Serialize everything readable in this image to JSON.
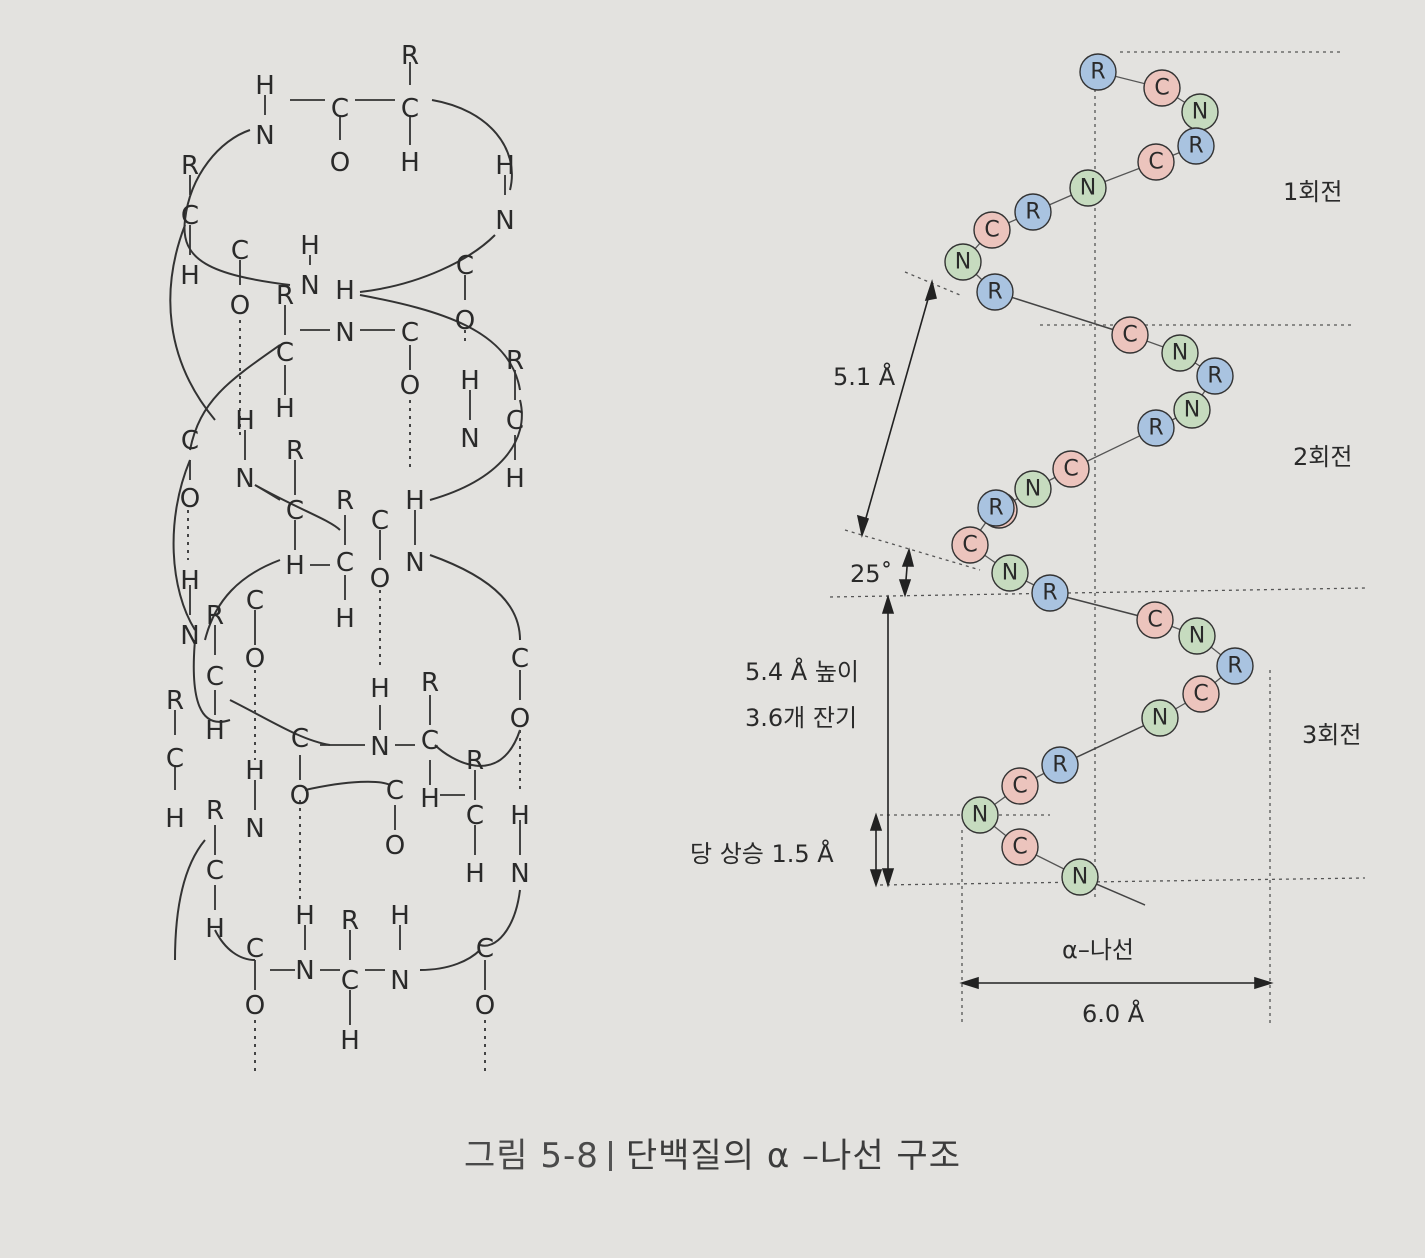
{
  "diagram": {
    "turn_labels": [
      "1회전",
      "2회전",
      "3회전"
    ],
    "pitch_label": "5.1 Å",
    "angle_label": "25˚",
    "height_label_1": "5.4 Å  높이",
    "height_label_2": "3.6개 잔기",
    "rise_label": "당 상승 1.5 Å",
    "helix_name": "α–나선",
    "width_label": "6.0 Å",
    "atom_colors": {
      "R": "#a9c3e0",
      "C": "#ecc4bd",
      "N": "#c6dbbf"
    },
    "balls": [
      "R",
      "C",
      "N",
      "R",
      "C",
      "N",
      "R",
      "C",
      "N",
      "R",
      "C",
      "N",
      "R",
      "N",
      "R",
      "C",
      "N",
      "C",
      "R",
      "C",
      "N",
      "R",
      "C",
      "N",
      "R",
      "C",
      "N",
      "R",
      "C",
      "N",
      "C",
      "N"
    ]
  },
  "caption": {
    "figure_number": "그림 5-8",
    "title": "단백질의 α –나선 구조"
  }
}
